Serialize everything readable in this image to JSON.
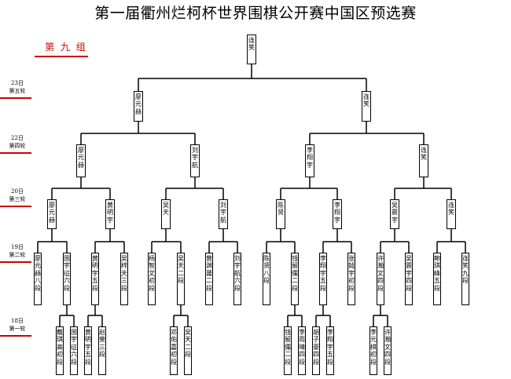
{
  "title": "第一届衢州烂柯杯世界围棋公开赛中国区预选赛",
  "group": "第 九 组",
  "rounds": [
    {
      "date": "23日",
      "name": "第五轮"
    },
    {
      "date": "22日",
      "name": "第四轮"
    },
    {
      "date": "20日",
      "name": "第三轮"
    },
    {
      "date": "19日",
      "name": "第二轮"
    },
    {
      "date": "18日",
      "name": "第一轮"
    }
  ],
  "winner": "连笑",
  "round5": [
    "廖元赫",
    "连笑"
  ],
  "round4": [
    "廖元赫",
    "刘宇航",
    "李翔宇",
    "连笑"
  ],
  "round3": [
    "廖元赫",
    "黄明宇",
    "吴天",
    "刘宇航",
    "陈贤",
    "李翔宇",
    "吴震宇",
    "连笑"
  ],
  "round2": [
    "廖元赫八段",
    "国宇征六段",
    "黄明宇五段",
    "吴梓天三段",
    "杨智文初段",
    "吴天二段",
    "曾渊莆二段",
    "刘宇航六段",
    "陈贤八段",
    "钱留儒二段",
    "李翔宇五段",
    "张鉞宇初段",
    "许瀚文四段",
    "吴震宇四段",
    "鲍琪峰五段",
    "连笑九段"
  ],
  "round1": [
    "戴琪高初段",
    "国宇征六段",
    "黄明宇五段",
    "赵斐三段",
    "邓佑嘉初段",
    "吴天二段",
    "钱留儒二段",
    "李雨晴四段",
    "胡子豪四段",
    "李翔宇五段",
    "李元棋初段",
    "许瀚文四段"
  ]
}
